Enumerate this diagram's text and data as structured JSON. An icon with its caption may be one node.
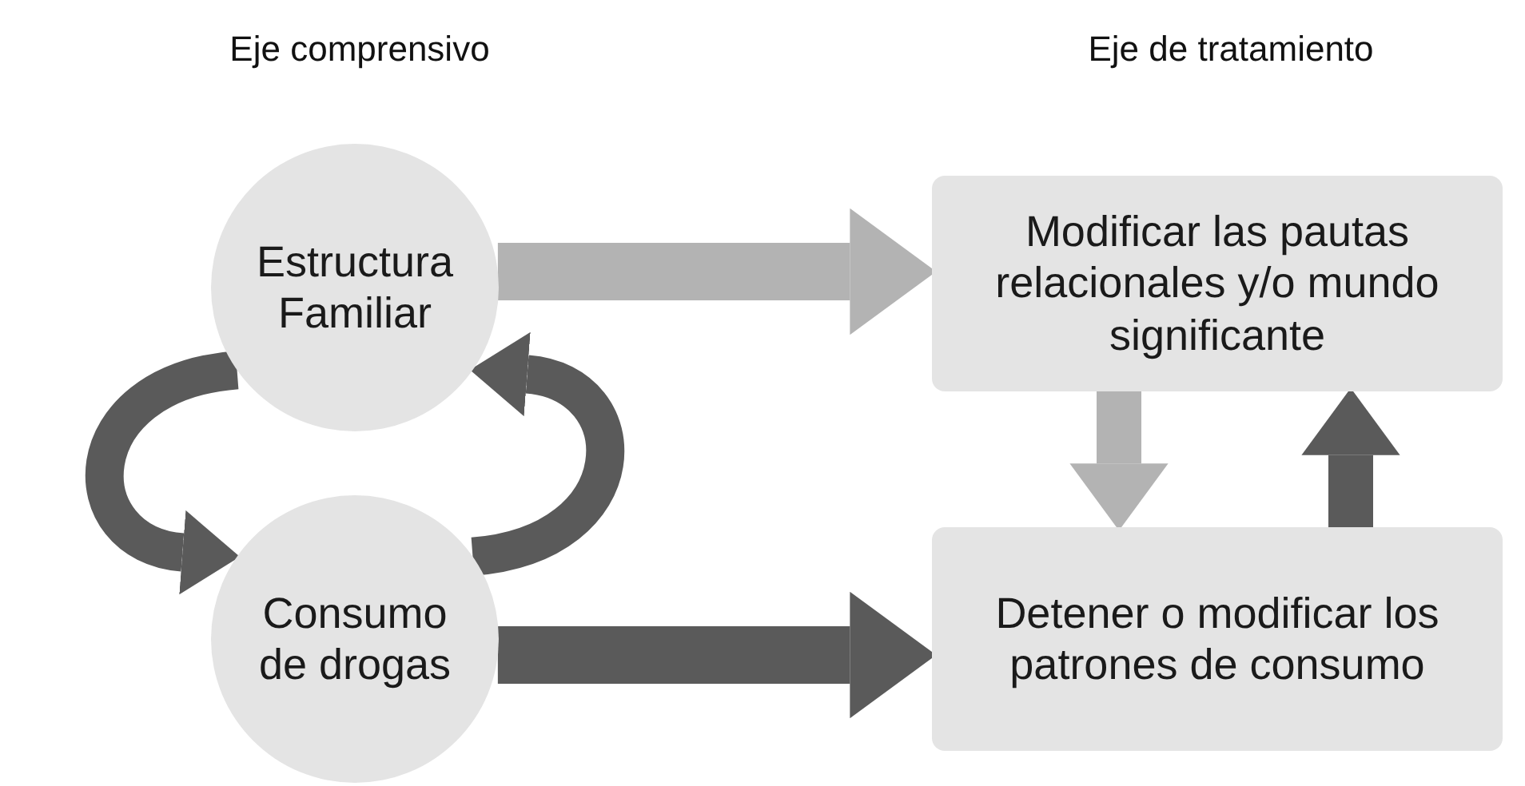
{
  "diagram": {
    "nodes": [
      {
        "text": [
          "Estructura Familiar"
        ]
      },
      {
        "text": [
          "Consumo de drogas"
        ]
      },
      {
        "text": [
          "Modificar las pautas relacionales y/o mundo significante"
        ]
      },
      {
        "text": [
          "Detener o modificar los patrones de consumo"
        ]
      }
    ],
    "edges": [
      {
        "from": 0,
        "to": 1,
        "arrow": "to"
      },
      {
        "from": 1,
        "to": 0,
        "arrow": "to"
      },
      {
        "from": 0,
        "to": 2,
        "arrow": "to",
        "color": "#b3b3b3"
      },
      {
        "from": 1,
        "to": 3,
        "arrow": "to"
      },
      {
        "from": 2,
        "to": 3,
        "arrow": "to",
        "color": "#b3b3b3"
      },
      {
        "from": 3,
        "to": 2,
        "arrow": "to"
      }
    ],
    "labels": [
      "Eje comprensivo",
      "Eje de tratamiento"
    ]
  }
}
